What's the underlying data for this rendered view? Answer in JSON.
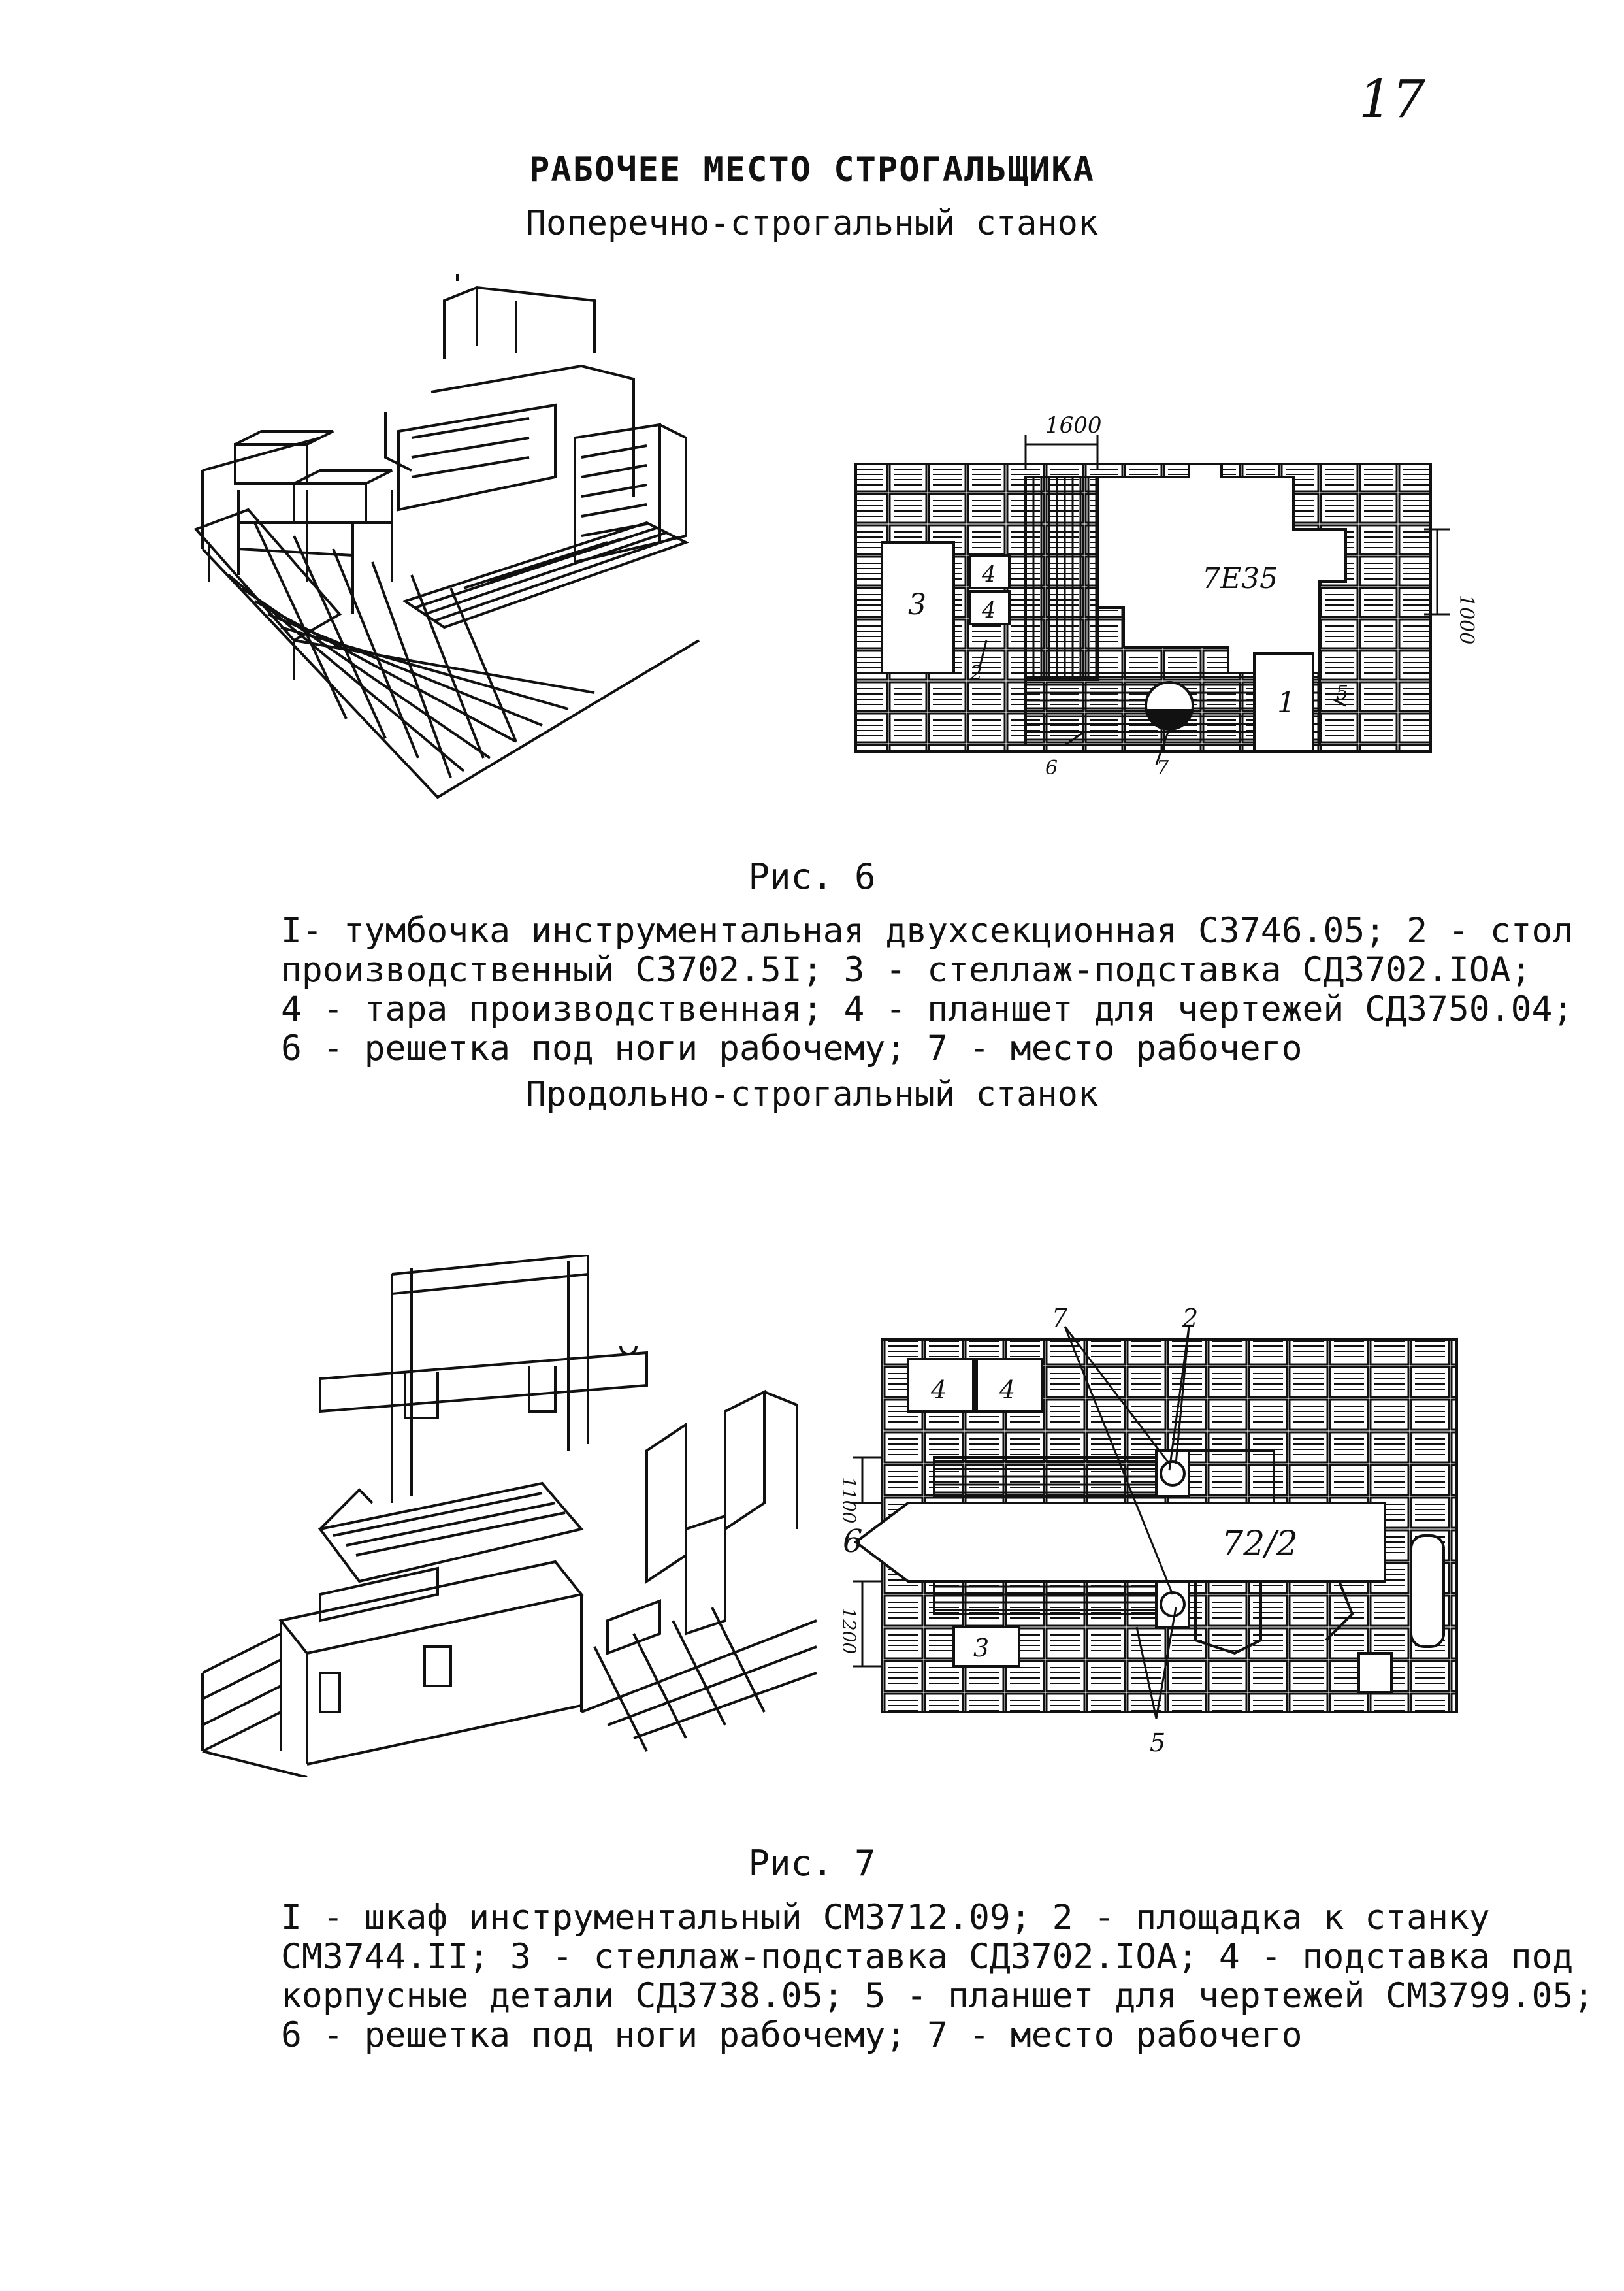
{
  "page_number": "17",
  "title": "РАБОЧЕЕ МЕСТО СТРОГАЛЬЩИКА",
  "section1_title": "Поперечно-строгальный станок",
  "fig6": {
    "label": "Рис. 6",
    "plan": {
      "dim_top": "1600",
      "dim_right": "1000",
      "machine": "7Е35",
      "markers": [
        "1",
        "2",
        "3",
        "4",
        "4",
        "5",
        "6",
        "7"
      ]
    },
    "caption_lines": [
      "I- тумбочка инструментальная двухсекционная С3746.05; 2 - стол",
      "производственный С3702.5I; 3 - стеллаж-подставка СД3702.IОА;",
      "4 - тара производственная; 4 - планшет для чертежей СД3750.04;",
      "6 - решетка под ноги рабочему; 7 - место рабочего"
    ]
  },
  "section2_title": "Продольно-строгальный станок",
  "fig7": {
    "label": "Рис. 7",
    "plan": {
      "dim_top": "1100",
      "dim_bottom": "1200",
      "machine": "72/2",
      "markers": [
        "7",
        "2",
        "4",
        "4",
        "6",
        "3",
        "5"
      ]
    },
    "caption_lines": [
      "I - шкаф инструментальный СМ3712.09; 2 - площадка к станку",
      "СМ3744.II; 3 - стеллаж-подставка СД3702.IОА; 4 - подставка под",
      "корпусные детали СД3738.05; 5 - планшет для чертежей СМ3799.05;",
      "6 - решетка под ноги рабочему; 7 - место рабочего"
    ]
  }
}
